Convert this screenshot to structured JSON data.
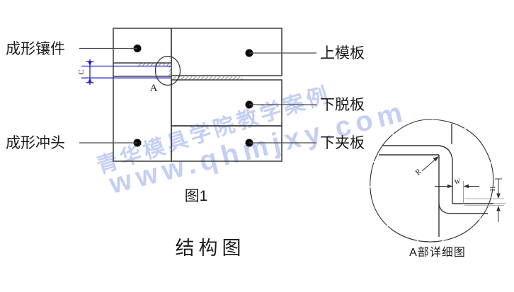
{
  "watermark": {
    "line1": "青华模具学院教学案例",
    "line2": "www.qhmjxy.com",
    "color": "#aebdf0"
  },
  "main_view": {
    "caption": "图1",
    "detail_marker": "A",
    "height_dim_label": "C",
    "labels": {
      "insert": "成形镶件",
      "upper_plate": "上模板",
      "stripper_plate": "下脱板",
      "clamp_plate": "下夹板",
      "punch": "成形冲头"
    }
  },
  "detail_view": {
    "caption": "A部详细图",
    "radius_label": "R",
    "width_label": "W",
    "height_label": "H"
  },
  "title": "结构图",
  "colors": {
    "line": "#3a3a3a",
    "accent_blue": "#2323cd",
    "dot": "#0a0a0a",
    "watermark": "#aebdf0"
  }
}
